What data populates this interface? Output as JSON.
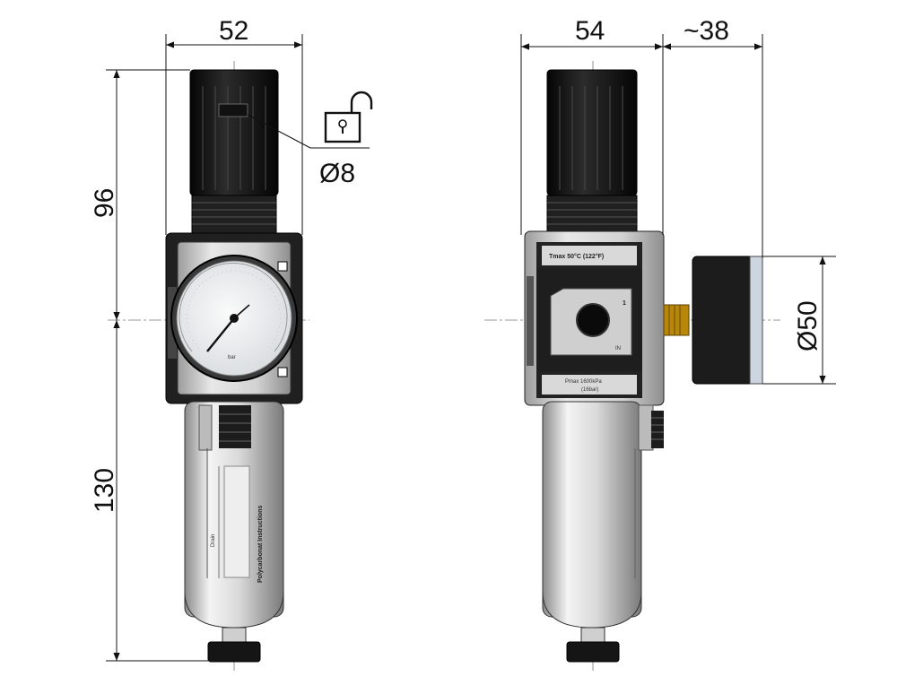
{
  "dimensions": {
    "width_front": "52",
    "width_side": "54",
    "gauge_offset": "~38",
    "height_top": "96",
    "height_bottom": "130",
    "lock_diameter": "Ø8",
    "gauge_diameter": "Ø50"
  },
  "labels": {
    "gauge_unit": "bar",
    "bowl_text": "Polycarbonat Instructions",
    "tmax": "Tmax 50°C (122°F)",
    "pmax_line1": "Pmax 1600kPa",
    "pmax_line2": "(16bar)",
    "port_number": "1",
    "port_in": "IN",
    "drain_label": "Drain"
  },
  "icons": [
    "padlock-open-icon"
  ],
  "colors": {
    "line": "#111111",
    "body_gray": "#c8c8c8",
    "knob_black": "#1a1a1a",
    "brass": "#b8860b"
  }
}
